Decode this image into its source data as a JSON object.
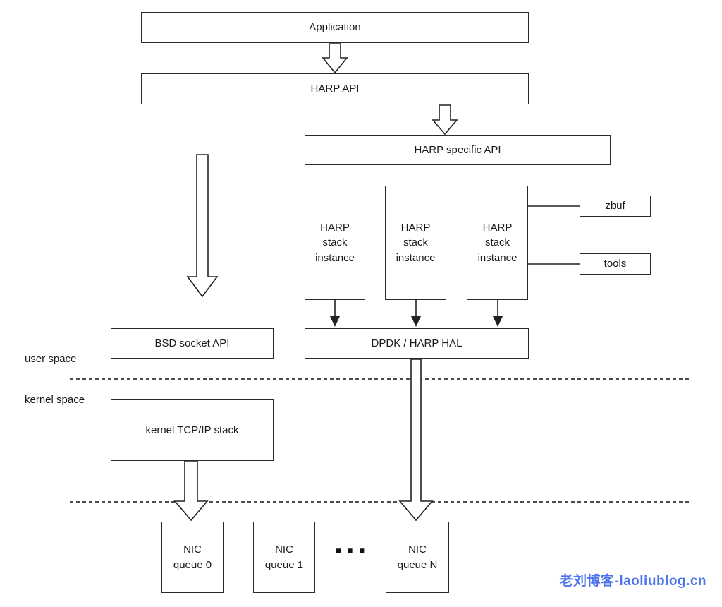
{
  "diagram": {
    "nodes": {
      "application": {
        "label": "Application"
      },
      "harp_api": {
        "label": "HARP API"
      },
      "harp_specific_api": {
        "label": "HARP specific API"
      },
      "stack_instances": [
        {
          "lines": [
            "HARP",
            "stack",
            "instance"
          ]
        },
        {
          "lines": [
            "HARP",
            "stack",
            "instance"
          ]
        },
        {
          "lines": [
            "HARP",
            "stack",
            "instance"
          ]
        }
      ],
      "zbuf": {
        "label": "zbuf"
      },
      "tools": {
        "label": "tools"
      },
      "bsd_socket_api": {
        "label": "BSD socket API"
      },
      "dpdk_harp_hal": {
        "label": "DPDK / HARP HAL"
      },
      "kernel_tcpip_stack": {
        "label": "kernel TCP/IP stack"
      },
      "nic_queues": [
        {
          "lines": [
            "NIC",
            "queue 0"
          ]
        },
        {
          "lines": [
            "NIC",
            "queue 1"
          ]
        },
        {
          "lines": [
            "NIC",
            "queue N"
          ]
        }
      ]
    },
    "region_labels": {
      "user_space": "user space",
      "kernel_space": "kernel space"
    },
    "ellipsis": "...",
    "watermark": {
      "text": "老刘博客-laoliublog.cn",
      "color": "#4e74ec"
    },
    "colors": {
      "line": "#222222",
      "box_border": "#2a2a2a",
      "background": "#ffffff"
    }
  }
}
